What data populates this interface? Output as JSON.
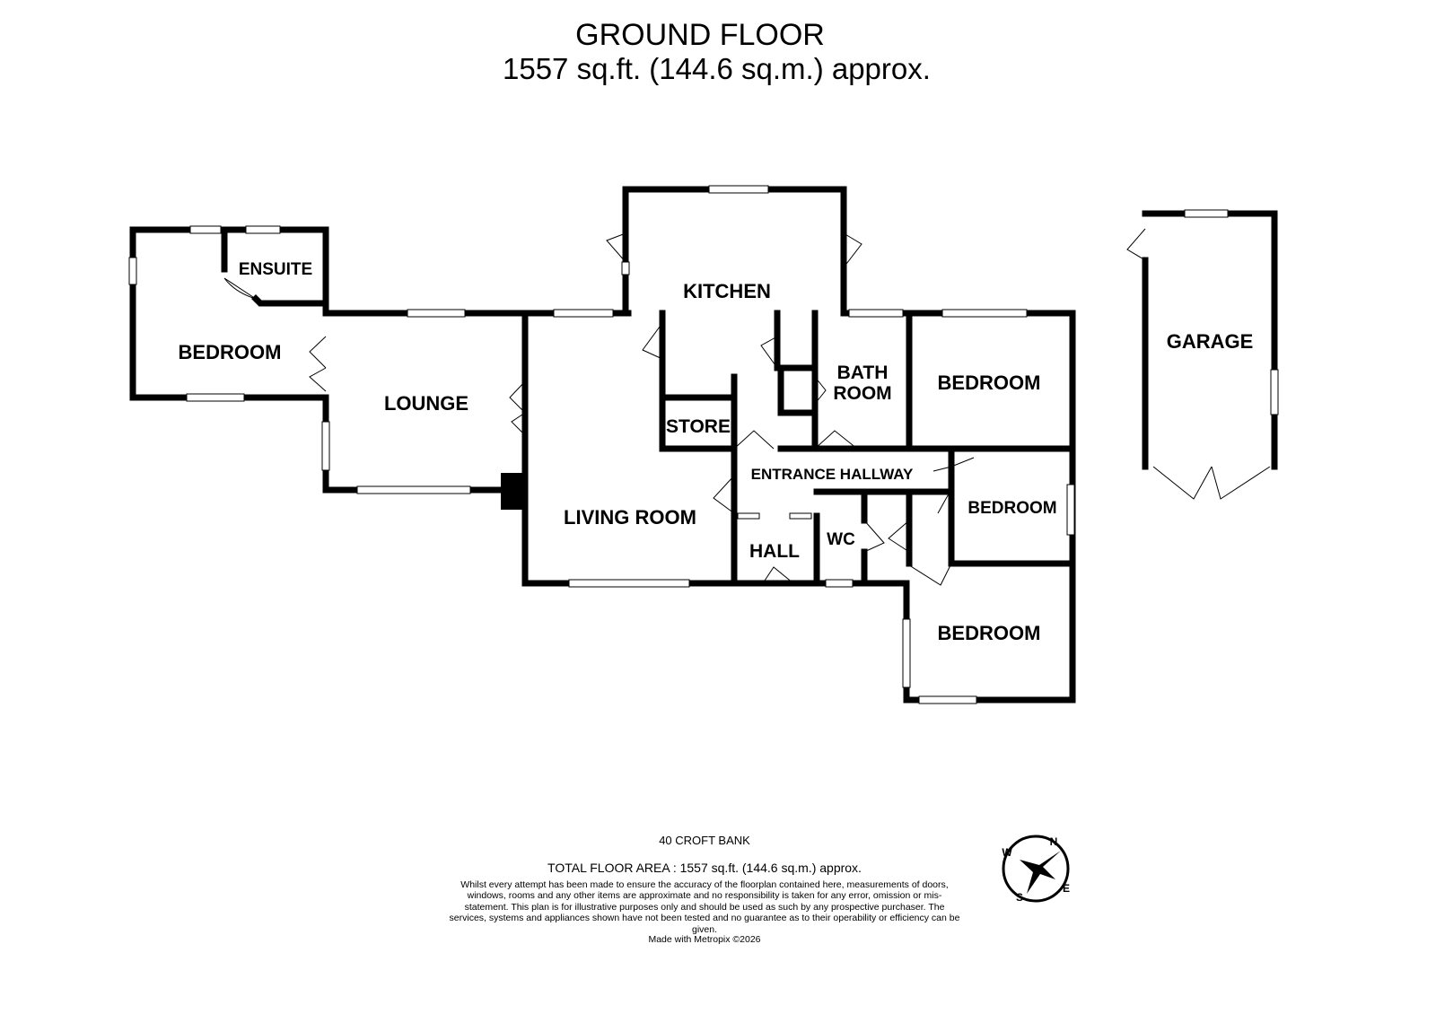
{
  "header": {
    "title": "GROUND FLOOR",
    "area": "1557 sq.ft. (144.6 sq.m.) approx."
  },
  "rooms": {
    "ensuite": "ENSUITE",
    "bedroom_left": "BEDROOM",
    "lounge": "LOUNGE",
    "kitchen": "KITCHEN",
    "store": "STORE",
    "living_room": "LIVING ROOM",
    "bath_room_1": "BATH",
    "bath_room_2": "ROOM",
    "bedroom_right_top": "BEDROOM",
    "entrance_hallway": "ENTRANCE HALLWAY",
    "bedroom_right_mid": "BEDROOM",
    "hall": "HALL",
    "wc": "WC",
    "bedroom_right_bottom": "BEDROOM",
    "garage": "GARAGE"
  },
  "compass": {
    "n": "N",
    "e": "E",
    "s": "S",
    "w": "W"
  },
  "footer": {
    "address": "40 CROFT BANK",
    "total_area": "TOTAL FLOOR AREA : 1557 sq.ft. (144.6 sq.m.) approx.",
    "disclaimer": "Whilst every attempt has been made to ensure the accuracy of the floorplan contained here, measurements of doors, windows, rooms and any other items are approximate and no responsibility is taken for any error, omission or mis-statement. This plan is for illustrative purposes only and should be used as such by any prospective purchaser. The services, systems and appliances shown have not been tested and no guarantee as to their operability or efficiency can be given.",
    "made_with": "Made with Metropix ©2026"
  }
}
